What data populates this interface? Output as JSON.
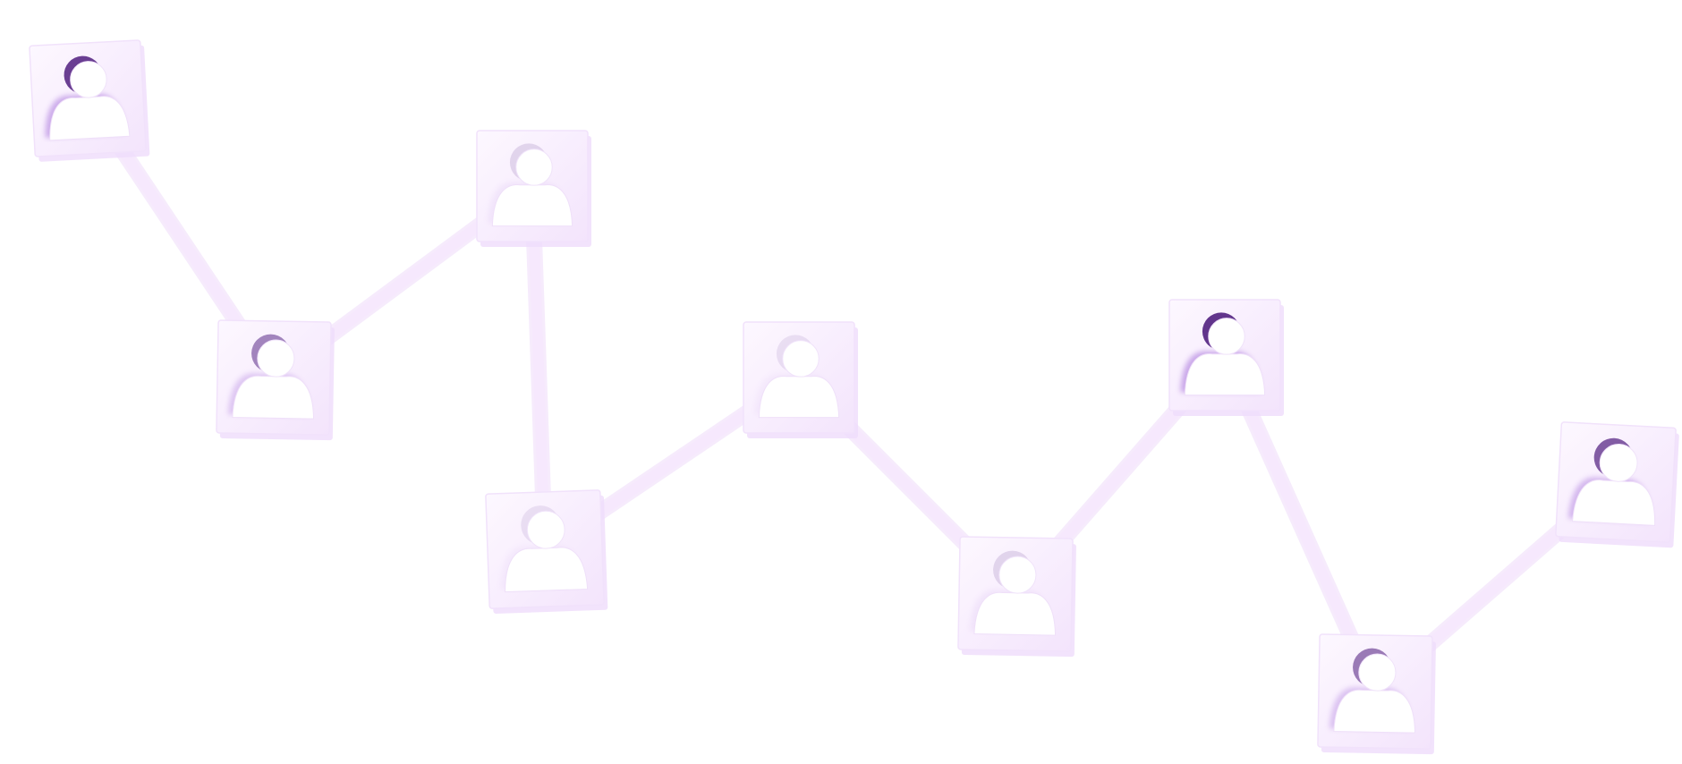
{
  "scene": {
    "icon": "user-profile-icon",
    "colors": {
      "background": "#ffffff",
      "tile_face": "#fbf4ff",
      "tile_edge": "#efdcfb",
      "connector": "#f6e8fd",
      "figure_light": "#ffffff",
      "shadow_dark": "#5a2a86",
      "shadow_mid": "#b486e0"
    },
    "nodes": [
      {
        "id": "n1",
        "shadow": 0.9
      },
      {
        "id": "n2",
        "shadow": 0.55
      },
      {
        "id": "n3",
        "shadow": 0.15
      },
      {
        "id": "n4",
        "shadow": 0.1
      },
      {
        "id": "n5",
        "shadow": 0.1
      },
      {
        "id": "n6",
        "shadow": 0.15
      },
      {
        "id": "n7",
        "shadow": 0.95
      },
      {
        "id": "n8",
        "shadow": 0.6
      },
      {
        "id": "n9",
        "shadow": 0.75
      }
    ],
    "links": [
      [
        "n1",
        "n2"
      ],
      [
        "n2",
        "n3"
      ],
      [
        "n3",
        "n4"
      ],
      [
        "n4",
        "n5"
      ],
      [
        "n5",
        "n6"
      ],
      [
        "n6",
        "n7"
      ],
      [
        "n7",
        "n8"
      ],
      [
        "n8",
        "n9"
      ]
    ]
  }
}
